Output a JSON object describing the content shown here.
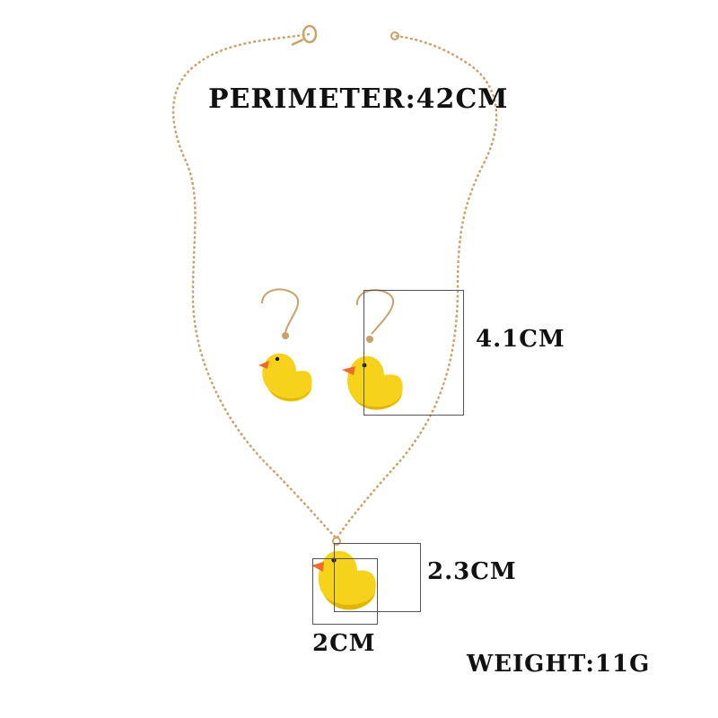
{
  "product": {
    "perimeter_label": "PERIMETER:42CM",
    "earring_height_label": "4.1CM",
    "pendant_height_label": "2.3CM",
    "pendant_width_label": "2CM",
    "weight_label": "WEIGHT:11G"
  },
  "colors": {
    "chain": "#c9a26b",
    "duck_body": "#f7d21a",
    "duck_shade": "#e2b500",
    "beak": "#f06a2a",
    "eye": "#1a1a1a",
    "text": "#111111"
  }
}
